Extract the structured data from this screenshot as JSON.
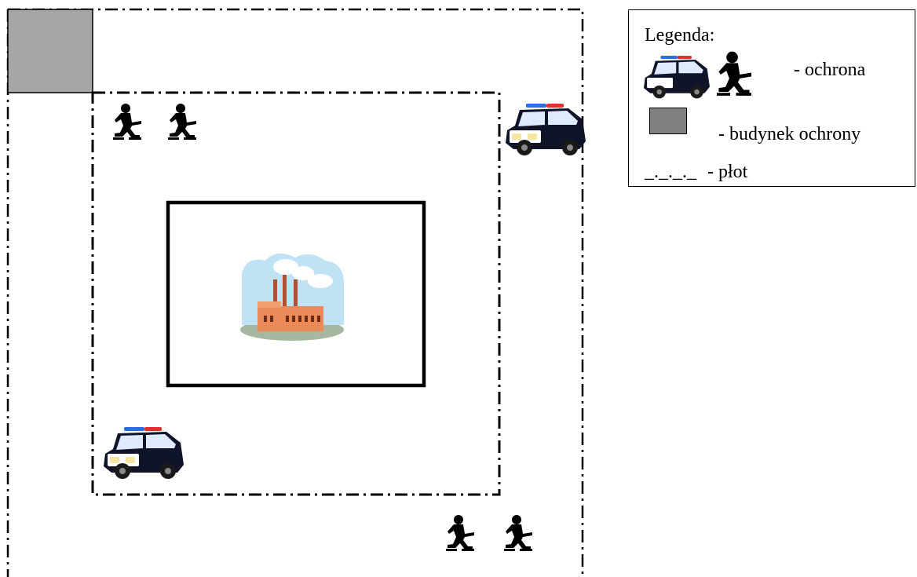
{
  "legend": {
    "title": "Legenda:",
    "items": [
      {
        "label": "- ochrona",
        "icons": [
          "police-car-icon",
          "soldier-icon"
        ]
      },
      {
        "label": "- budynek ochrony",
        "icons": [
          "guard-building-icon"
        ]
      },
      {
        "label": "- płot",
        "symbol": "_._._._"
      }
    ]
  },
  "colors": {
    "guard_building_fill": "#a6a6a6",
    "legend_building_fill": "#808080",
    "car_body": "#101428",
    "sky": "#bfe3f5",
    "factory": "#e88a5a"
  }
}
